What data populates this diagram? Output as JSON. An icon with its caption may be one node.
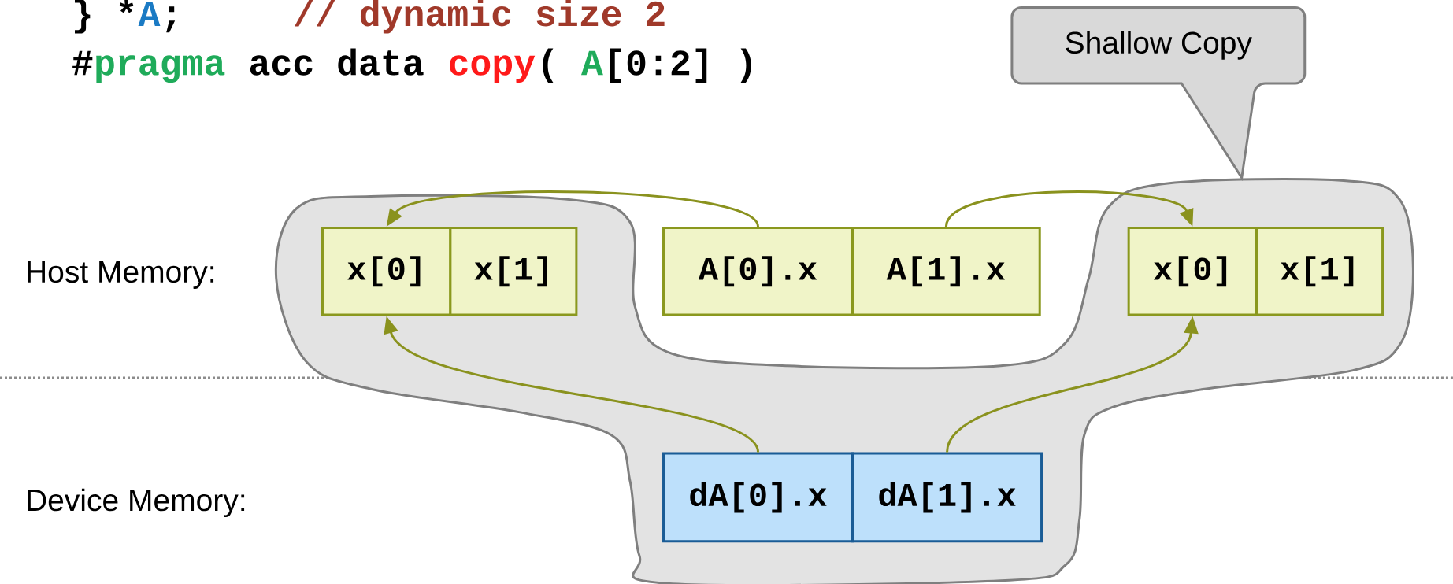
{
  "diagram": {
    "nodes": [
      {
        "text": [
          "Shallow Copy"
        ]
      },
      {
        "text": [
          "x[0]"
        ]
      },
      {
        "text": [
          "x[1]"
        ]
      },
      {
        "text": [
          "A[0].x"
        ]
      },
      {
        "text": [
          "A[1].x"
        ]
      },
      {
        "text": [
          "x[0]"
        ]
      },
      {
        "text": [
          "x[1]"
        ]
      },
      {
        "text": [
          "dA[0].x"
        ]
      },
      {
        "text": [
          "dA[1].x"
        ]
      }
    ],
    "edges": [
      {
        "from": 3,
        "to": 1,
        "arrow": "to"
      },
      {
        "from": 4,
        "to": 5,
        "arrow": "to"
      },
      {
        "from": 7,
        "to": 1,
        "arrow": "to"
      },
      {
        "from": 8,
        "to": 5,
        "arrow": "to"
      }
    ],
    "labels": [
      "} *",
      "A",
      ";",
      "// dynamic size 2",
      "#",
      "pragma",
      "acc data",
      "copy",
      "(",
      "A",
      "[0:2] )",
      "Host Memory:",
      "Device Memory:"
    ]
  }
}
